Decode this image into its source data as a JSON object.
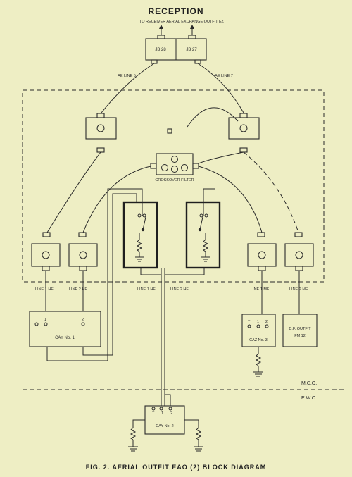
{
  "title": "RECEPTION",
  "caption": "FIG. 2.  AERIAL OUTFIT EAO (2) BLOCK DIAGRAM",
  "top_note": "TO RECEIVER AERIAL EXCHANGE OUTFIT EZ",
  "jb_left": "JB 28",
  "jb_right": "JB 27",
  "ae_line_5": "AE LINE 5",
  "ae_line_7": "AE LINE 7",
  "crossover": "CROSSOVER FILTER",
  "line1hf": "LINE 1 HF",
  "line2hf": "LINE 2 HF",
  "line1hf_mid": "LINE 1 HF",
  "line2hf_mid": "LINE 2 HF",
  "line1mf": "LINE 1 MF",
  "line2mf": "LINE 2 MF",
  "cay1": "CAY No. 1",
  "caz3": "CAZ No. 3",
  "df_outfit_1": "D.F. OUTFIT",
  "df_outfit_2": "FM 12",
  "cay2": "CAY No. 2",
  "mco": "M.C.O.",
  "ewo": "E.W.O.",
  "term_T": "T",
  "term_1": "1",
  "term_2": "2"
}
